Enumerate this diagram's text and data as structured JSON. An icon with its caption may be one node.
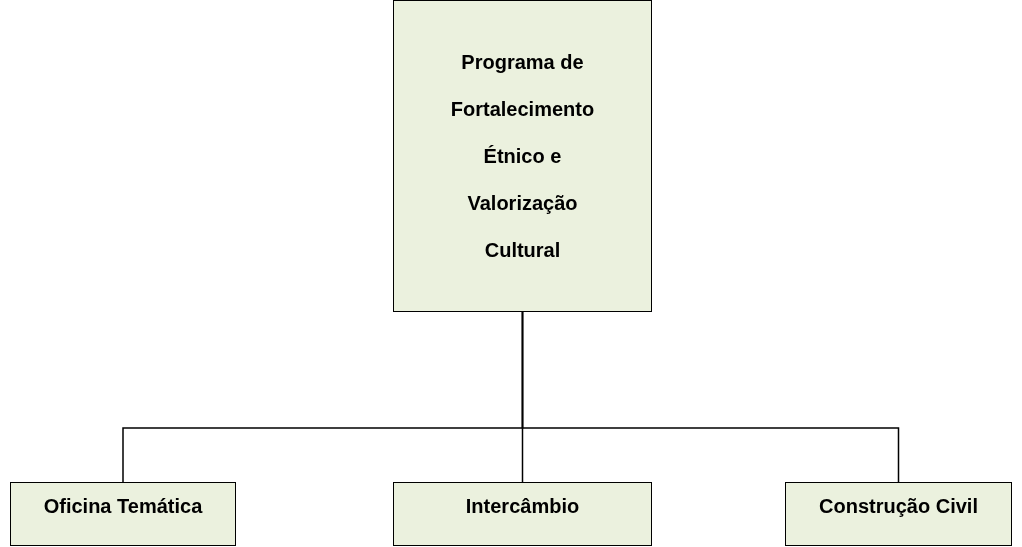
{
  "diagram": {
    "nodes": [
      {
        "text": [
          "Programa de Fortalecimento Étnico e Valorização Cultural"
        ]
      },
      {
        "text": [
          "Oficina Temática"
        ]
      },
      {
        "text": [
          "Intercâmbio"
        ]
      },
      {
        "text": [
          "Construção Civil"
        ]
      }
    ],
    "edges": [
      {
        "from": 0,
        "to": 1,
        "arrow": "none"
      },
      {
        "from": 0,
        "to": 2,
        "arrow": "none"
      },
      {
        "from": 0,
        "to": 3,
        "arrow": "none"
      }
    ]
  }
}
